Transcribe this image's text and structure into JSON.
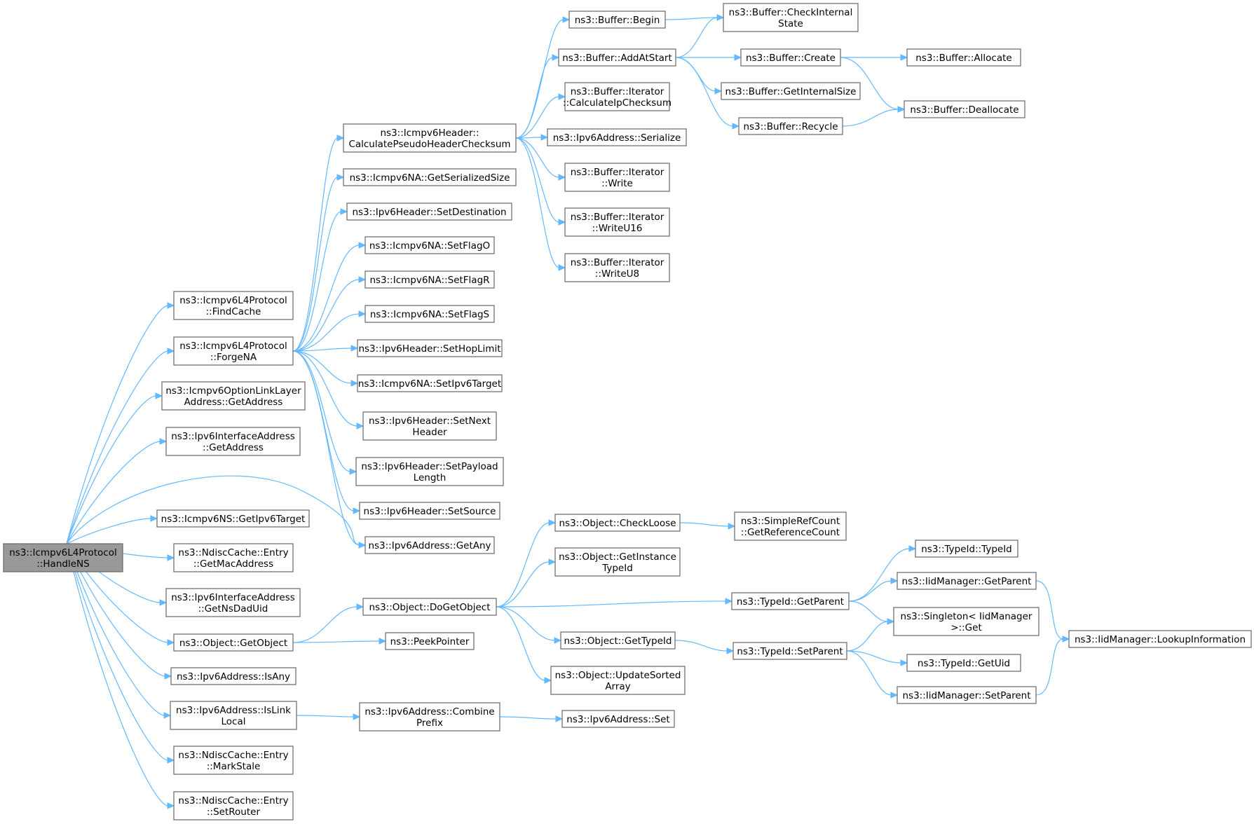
{
  "colors": {
    "edge": "#63b8ff",
    "node_border": "#666666",
    "root_fill": "#999999",
    "node_fill": "#ffffff"
  },
  "nodes": {
    "root": {
      "lines": [
        "ns3::Icmpv6L4Protocol",
        "::HandleNS"
      ]
    },
    "findcache": {
      "lines": [
        "ns3::Icmpv6L4Protocol",
        "::FindCache"
      ]
    },
    "forgena": {
      "lines": [
        "ns3::Icmpv6L4Protocol",
        "::ForgeNA"
      ]
    },
    "optlink": {
      "lines": [
        "ns3::Icmpv6OptionLinkLayer",
        "Address::GetAddress"
      ]
    },
    "ifaddr": {
      "lines": [
        "ns3::Ipv6InterfaceAddress",
        "::GetAddress"
      ]
    },
    "getipv6target": {
      "lines": [
        "ns3::Icmpv6NS::GetIpv6Target"
      ]
    },
    "getmac": {
      "lines": [
        "ns3::NdiscCache::Entry",
        "::GetMacAddress"
      ]
    },
    "getnsdad": {
      "lines": [
        "ns3::Ipv6InterfaceAddress",
        "::GetNsDadUid"
      ]
    },
    "getobject": {
      "lines": [
        "ns3::Object::GetObject"
      ]
    },
    "isany": {
      "lines": [
        "ns3::Ipv6Address::IsAny"
      ]
    },
    "islink": {
      "lines": [
        "ns3::Ipv6Address::IsLink",
        "Local"
      ]
    },
    "markstale": {
      "lines": [
        "ns3::NdiscCache::Entry",
        "::MarkStale"
      ]
    },
    "setrouter": {
      "lines": [
        "ns3::NdiscCache::Entry",
        "::SetRouter"
      ]
    },
    "calcpseudo": {
      "lines": [
        "ns3::Icmpv6Header::",
        "CalculatePseudoHeaderChecksum"
      ]
    },
    "naserialsize": {
      "lines": [
        "ns3::Icmpv6NA::GetSerializedSize"
      ]
    },
    "setdest": {
      "lines": [
        "ns3::Ipv6Header::SetDestination"
      ]
    },
    "setflago": {
      "lines": [
        "ns3::Icmpv6NA::SetFlagO"
      ]
    },
    "setflagr": {
      "lines": [
        "ns3::Icmpv6NA::SetFlagR"
      ]
    },
    "setflags": {
      "lines": [
        "ns3::Icmpv6NA::SetFlagS"
      ]
    },
    "sethop": {
      "lines": [
        "ns3::Ipv6Header::SetHopLimit"
      ]
    },
    "setipv6target": {
      "lines": [
        "ns3::Icmpv6NA::SetIpv6Target"
      ]
    },
    "setnext": {
      "lines": [
        "ns3::Ipv6Header::SetNext",
        "Header"
      ]
    },
    "setpayload": {
      "lines": [
        "ns3::Ipv6Header::SetPayload",
        "Length"
      ]
    },
    "setsource": {
      "lines": [
        "ns3::Ipv6Header::SetSource"
      ]
    },
    "getany": {
      "lines": [
        "ns3::Ipv6Address::GetAny"
      ]
    },
    "dogetobject": {
      "lines": [
        "ns3::Object::DoGetObject"
      ]
    },
    "peekpointer": {
      "lines": [
        "ns3::PeekPointer"
      ]
    },
    "combine": {
      "lines": [
        "ns3::Ipv6Address::Combine",
        "Prefix"
      ]
    },
    "bufbegin": {
      "lines": [
        "ns3::Buffer::Begin"
      ]
    },
    "addatstart": {
      "lines": [
        "ns3::Buffer::AddAtStart"
      ]
    },
    "calcip": {
      "lines": [
        "ns3::Buffer::Iterator",
        "::CalculateIpChecksum"
      ]
    },
    "serialize": {
      "lines": [
        "ns3::Ipv6Address::Serialize"
      ]
    },
    "iterwrite": {
      "lines": [
        "ns3::Buffer::Iterator",
        "::Write"
      ]
    },
    "iterwrite16": {
      "lines": [
        "ns3::Buffer::Iterator",
        "::WriteU16"
      ]
    },
    "iterwrite8": {
      "lines": [
        "ns3::Buffer::Iterator",
        "::WriteU8"
      ]
    },
    "checkloose": {
      "lines": [
        "ns3::Object::CheckLoose"
      ]
    },
    "getinsttype": {
      "lines": [
        "ns3::Object::GetInstance",
        "TypeId"
      ]
    },
    "gettypeid": {
      "lines": [
        "ns3::Object::GetTypeId"
      ]
    },
    "updatesorted": {
      "lines": [
        "ns3::Object::UpdateSorted",
        "Array"
      ]
    },
    "ipv6set": {
      "lines": [
        "ns3::Ipv6Address::Set"
      ]
    },
    "checkinternal": {
      "lines": [
        "ns3::Buffer::CheckInternal",
        "State"
      ]
    },
    "bufcreate": {
      "lines": [
        "ns3::Buffer::Create"
      ]
    },
    "getinternalsize": {
      "lines": [
        "ns3::Buffer::GetInternalSize"
      ]
    },
    "recycle": {
      "lines": [
        "ns3::Buffer::Recycle"
      ]
    },
    "getrefcount": {
      "lines": [
        "ns3::SimpleRefCount",
        "::GetReferenceCount"
      ]
    },
    "typeidgetparent": {
      "lines": [
        "ns3::TypeId::GetParent"
      ]
    },
    "typeidsetparent": {
      "lines": [
        "ns3::TypeId::SetParent"
      ]
    },
    "allocate": {
      "lines": [
        "ns3::Buffer::Allocate"
      ]
    },
    "deallocate": {
      "lines": [
        "ns3::Buffer::Deallocate"
      ]
    },
    "typeidtypeid": {
      "lines": [
        "ns3::TypeId::TypeId"
      ]
    },
    "iidgetparent": {
      "lines": [
        "ns3::IidManager::GetParent"
      ]
    },
    "singleton": {
      "lines": [
        "ns3::Singleton< IidManager",
        ">::Get"
      ]
    },
    "getuid": {
      "lines": [
        "ns3::TypeId::GetUid"
      ]
    },
    "iidsetparent": {
      "lines": [
        "ns3::IidManager::SetParent"
      ]
    },
    "lookup": {
      "lines": [
        "ns3::IidManager::LookupInformation"
      ]
    }
  },
  "edges": [
    [
      "root",
      "findcache"
    ],
    [
      "root",
      "forgena"
    ],
    [
      "root",
      "optlink"
    ],
    [
      "root",
      "ifaddr"
    ],
    [
      "root",
      "getany"
    ],
    [
      "root",
      "getipv6target"
    ],
    [
      "root",
      "getmac"
    ],
    [
      "root",
      "getnsdad"
    ],
    [
      "root",
      "getobject"
    ],
    [
      "root",
      "isany"
    ],
    [
      "root",
      "islink"
    ],
    [
      "root",
      "markstale"
    ],
    [
      "root",
      "setrouter"
    ],
    [
      "forgena",
      "calcpseudo"
    ],
    [
      "forgena",
      "naserialsize"
    ],
    [
      "forgena",
      "setdest"
    ],
    [
      "forgena",
      "setflago"
    ],
    [
      "forgena",
      "setflagr"
    ],
    [
      "forgena",
      "setflags"
    ],
    [
      "forgena",
      "sethop"
    ],
    [
      "forgena",
      "setipv6target"
    ],
    [
      "forgena",
      "setnext"
    ],
    [
      "forgena",
      "setpayload"
    ],
    [
      "forgena",
      "setsource"
    ],
    [
      "forgena",
      "getany"
    ],
    [
      "getobject",
      "dogetobject"
    ],
    [
      "getobject",
      "peekpointer"
    ],
    [
      "islink",
      "combine"
    ],
    [
      "calcpseudo",
      "bufbegin"
    ],
    [
      "calcpseudo",
      "addatstart"
    ],
    [
      "calcpseudo",
      "calcip"
    ],
    [
      "calcpseudo",
      "serialize"
    ],
    [
      "calcpseudo",
      "iterwrite"
    ],
    [
      "calcpseudo",
      "iterwrite16"
    ],
    [
      "calcpseudo",
      "iterwrite8"
    ],
    [
      "dogetobject",
      "checkloose"
    ],
    [
      "dogetobject",
      "getinsttype"
    ],
    [
      "dogetobject",
      "typeidgetparent"
    ],
    [
      "dogetobject",
      "gettypeid"
    ],
    [
      "dogetobject",
      "updatesorted"
    ],
    [
      "combine",
      "ipv6set"
    ],
    [
      "bufbegin",
      "checkinternal"
    ],
    [
      "addatstart",
      "checkinternal"
    ],
    [
      "addatstart",
      "bufcreate"
    ],
    [
      "addatstart",
      "getinternalsize"
    ],
    [
      "addatstart",
      "recycle"
    ],
    [
      "checkloose",
      "getrefcount"
    ],
    [
      "gettypeid",
      "typeidsetparent"
    ],
    [
      "bufcreate",
      "allocate"
    ],
    [
      "bufcreate",
      "deallocate"
    ],
    [
      "recycle",
      "deallocate"
    ],
    [
      "typeidgetparent",
      "typeidtypeid"
    ],
    [
      "typeidgetparent",
      "iidgetparent"
    ],
    [
      "typeidgetparent",
      "singleton"
    ],
    [
      "typeidsetparent",
      "singleton"
    ],
    [
      "typeidsetparent",
      "getuid"
    ],
    [
      "typeidsetparent",
      "iidsetparent"
    ],
    [
      "iidgetparent",
      "lookup"
    ],
    [
      "iidsetparent",
      "lookup"
    ]
  ]
}
